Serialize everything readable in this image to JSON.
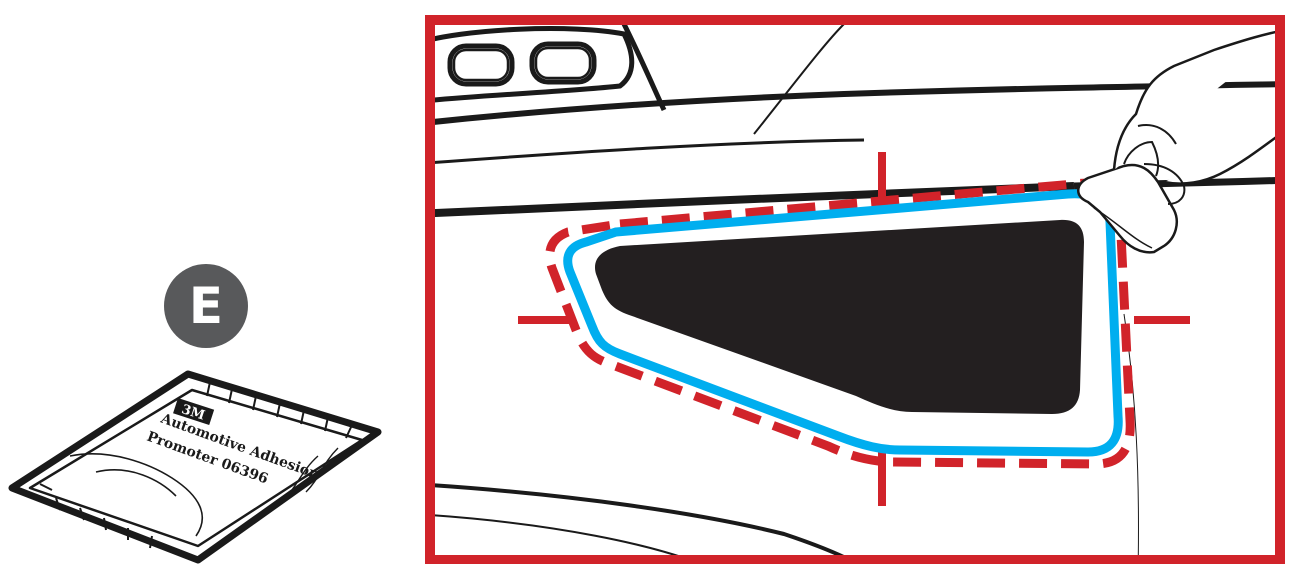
{
  "step": {
    "letter": "E"
  },
  "packet": {
    "brand": "3M",
    "product_line1": "Automotive Adhesion",
    "product_line2": "Promoter 06396"
  },
  "colors": {
    "frame_red": "#d1232a",
    "mask_blue": "#00aeef",
    "decal_black": "#231f20",
    "badge_gray": "#58595b"
  },
  "icons": {
    "hand": "hand-wiping-icon",
    "packet": "adhesion-promoter-packet-icon"
  }
}
